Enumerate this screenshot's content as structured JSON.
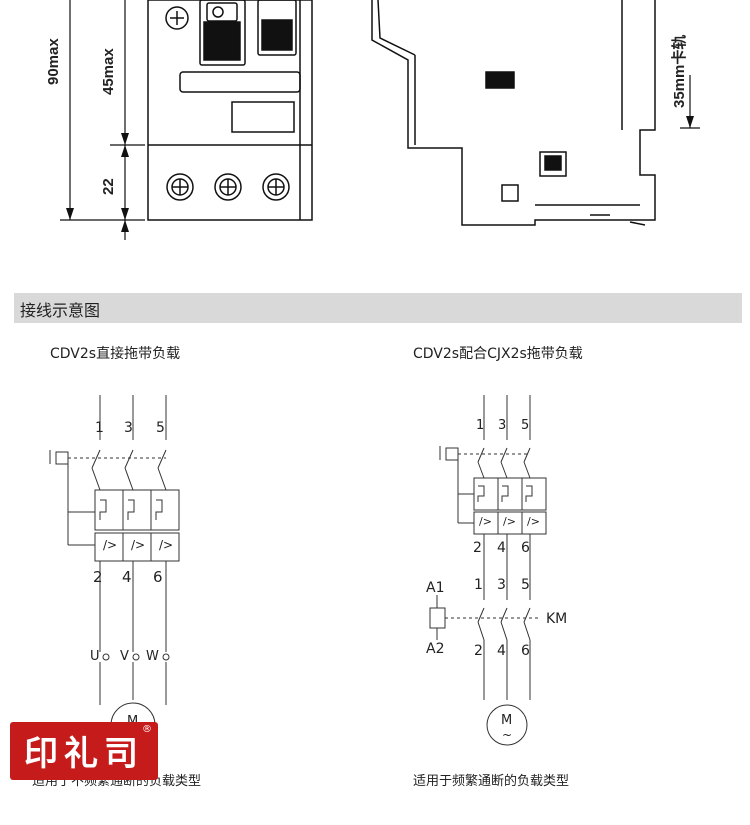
{
  "dimensions": {
    "max_90": "90max",
    "max_45": "45max",
    "depth_22": "22",
    "rail": "35mm卡轨"
  },
  "section": {
    "title": "接线示意图"
  },
  "left": {
    "subtitle": "CDV2s直接拖带负载",
    "top_terminals": [
      "1",
      "3",
      "5"
    ],
    "bottom_terminals": [
      "2",
      "4",
      "6"
    ],
    "motor_terminals": [
      "U",
      "V",
      "W"
    ],
    "relay_marks": [
      "/>",
      "/>",
      "/>"
    ],
    "motor_label": "M",
    "caption": "适用于不频繁通断的负载类型"
  },
  "right": {
    "subtitle": "CDV2s配合CJX2s拖带负载",
    "top_terminals": [
      "1",
      "3",
      "5"
    ],
    "mid_terminals": [
      "2",
      "4",
      "6"
    ],
    "contactor_in": [
      "1",
      "3",
      "5"
    ],
    "contactor_out": [
      "2",
      "4",
      "6"
    ],
    "relay_marks": [
      "/>",
      "/>",
      "/>"
    ],
    "coil_a1": "A1",
    "coil_a2": "A2",
    "km_label": "KM",
    "motor_label": "M",
    "motor_tilde": "~",
    "caption": "适用于频繁通断的负载类型"
  },
  "stamp": {
    "text": "印礼司",
    "reg": "®"
  },
  "colors": {
    "stamp": "#c51b1b",
    "section_bar": "#d9d9d9"
  }
}
